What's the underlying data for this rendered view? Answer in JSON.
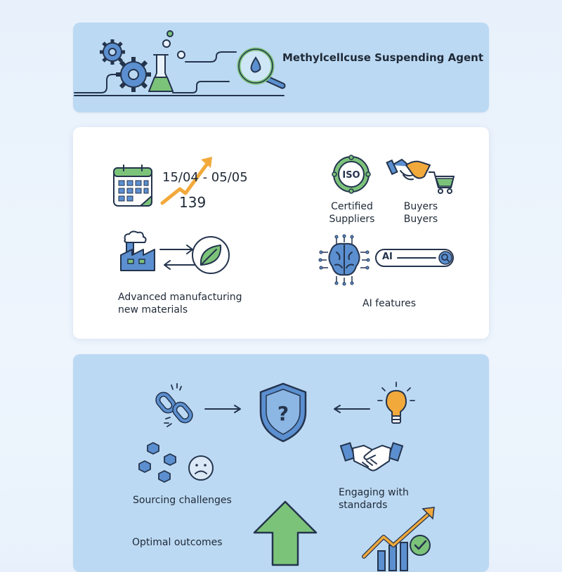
{
  "header": {
    "title": "Methylcellcuse Suspending Agent"
  },
  "stats": {
    "date_range": "15/04 - 05/05",
    "count": "139",
    "certified_label": [
      "Certified",
      "Suppliers"
    ],
    "iso_badge": "ISO",
    "buyers_label": [
      "Buyers",
      "Buyers"
    ],
    "manufacturing_label": [
      "Advanced manufacturing",
      "new materials"
    ],
    "ai_search_text": "AI",
    "ai_label": "AI features"
  },
  "bottom": {
    "sourcing_label": "Sourcing challenges",
    "engaging_label": [
      "Engaging with",
      "standards"
    ],
    "optimal_label": "Optimal outcomes",
    "shield_symbol": "?"
  },
  "colors": {
    "accent_green": "#7cc37a",
    "accent_blue": "#5b8fd0",
    "accent_orange": "#f2a93b",
    "ink": "#24344d"
  }
}
